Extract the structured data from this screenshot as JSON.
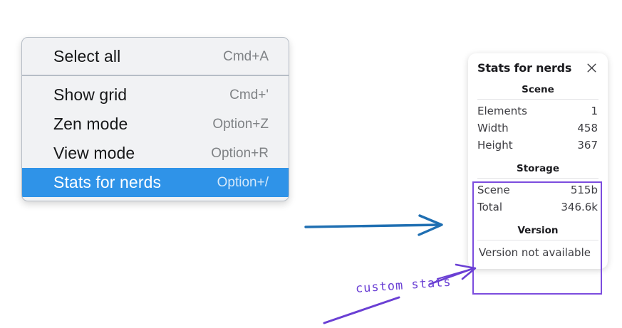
{
  "menu": {
    "groups": [
      {
        "items": [
          {
            "label": "Select all",
            "shortcut": "Cmd+A",
            "selected": false
          }
        ]
      },
      {
        "items": [
          {
            "label": "Show grid",
            "shortcut": "Cmd+'",
            "selected": false
          },
          {
            "label": "Zen mode",
            "shortcut": "Option+Z",
            "selected": false
          },
          {
            "label": "View mode",
            "shortcut": "Option+R",
            "selected": false
          },
          {
            "label": "Stats for nerds",
            "shortcut": "Option+/",
            "selected": true
          }
        ]
      }
    ],
    "highlight_color": "#2f93e8"
  },
  "stats_panel": {
    "title": "Stats for nerds",
    "close_icon": "close-icon",
    "sections": [
      {
        "heading": "Scene",
        "rows": [
          {
            "key": "Elements",
            "value": "1"
          },
          {
            "key": "Width",
            "value": "458"
          },
          {
            "key": "Height",
            "value": "367"
          }
        ]
      },
      {
        "heading": "Storage",
        "rows": [
          {
            "key": "Scene",
            "value": "515b"
          },
          {
            "key": "Total",
            "value": "346.6k"
          }
        ]
      },
      {
        "heading": "Version",
        "note": "Version not available"
      }
    ]
  },
  "annotations": {
    "custom_stats_label": "custom stats",
    "highlight_box_color": "#7c4dde",
    "arrow_color": "#1f6fb2"
  }
}
